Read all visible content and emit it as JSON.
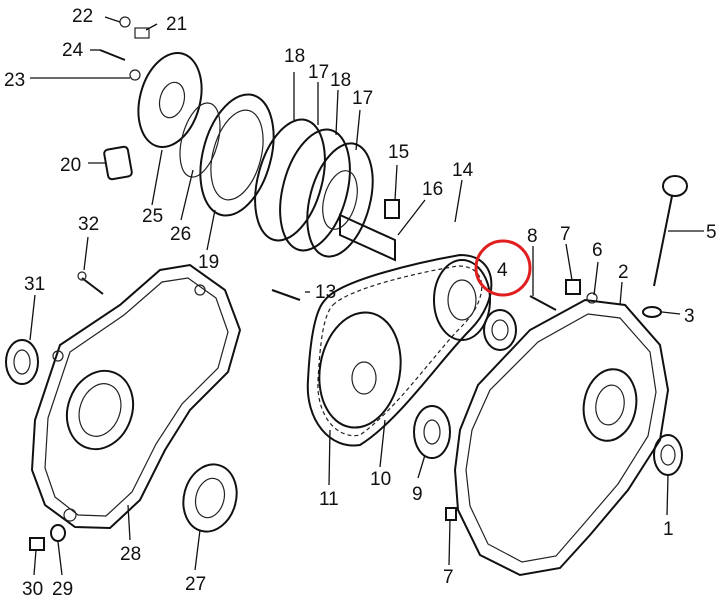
{
  "diagram": {
    "callouts": [
      {
        "id": "1",
        "text": "1"
      },
      {
        "id": "2",
        "text": "2"
      },
      {
        "id": "3",
        "text": "3"
      },
      {
        "id": "4",
        "text": "4",
        "highlighted": true
      },
      {
        "id": "5",
        "text": "5"
      },
      {
        "id": "6",
        "text": "6"
      },
      {
        "id": "7a",
        "text": "7"
      },
      {
        "id": "7b",
        "text": "7"
      },
      {
        "id": "8",
        "text": "8"
      },
      {
        "id": "9",
        "text": "9"
      },
      {
        "id": "10",
        "text": "10"
      },
      {
        "id": "11",
        "text": "11"
      },
      {
        "id": "13",
        "text": "13"
      },
      {
        "id": "14",
        "text": "14"
      },
      {
        "id": "15",
        "text": "15"
      },
      {
        "id": "16",
        "text": "16"
      },
      {
        "id": "17a",
        "text": "17"
      },
      {
        "id": "17b",
        "text": "17"
      },
      {
        "id": "18a",
        "text": "18"
      },
      {
        "id": "18b",
        "text": "18"
      },
      {
        "id": "19",
        "text": "19"
      },
      {
        "id": "20",
        "text": "20"
      },
      {
        "id": "21",
        "text": "21"
      },
      {
        "id": "22",
        "text": "22"
      },
      {
        "id": "23",
        "text": "23"
      },
      {
        "id": "24",
        "text": "24"
      },
      {
        "id": "25",
        "text": "25"
      },
      {
        "id": "26",
        "text": "26"
      },
      {
        "id": "27",
        "text": "27"
      },
      {
        "id": "28",
        "text": "28"
      },
      {
        "id": "29",
        "text": "29"
      },
      {
        "id": "30",
        "text": "30"
      },
      {
        "id": "31",
        "text": "31"
      },
      {
        "id": "32",
        "text": "32"
      }
    ],
    "highlight_color": "#e01e1e",
    "line_color": "#111111"
  }
}
